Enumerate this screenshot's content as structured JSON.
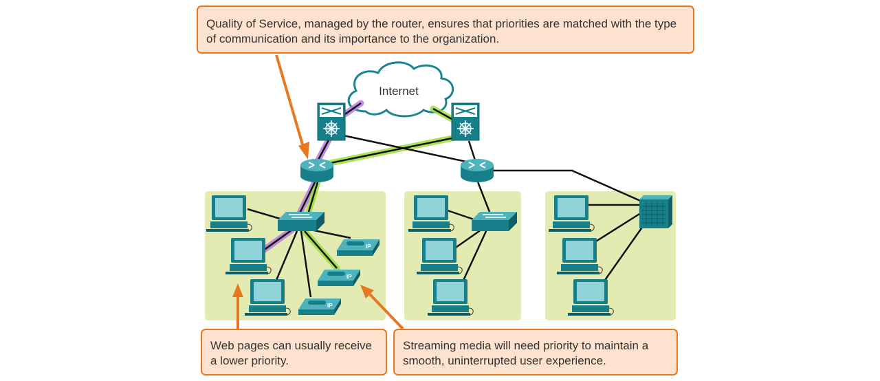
{
  "callouts": {
    "qos": "Quality of Service, managed by the router, ensures that priorities are matched with the type of communication and its importance to the organization.",
    "web": "Web pages can usually receive a lower priority.",
    "streaming": "Streaming media will need priority to maintain a smooth, uninterrupted user experience."
  },
  "cloud": {
    "label": "Internet"
  },
  "phone_label": "IP",
  "colors": {
    "accent": "#e87722",
    "callout_fill": "#fde3cf",
    "lan_area": "#e3ebb3",
    "device_teal": "#167f8a",
    "device_light": "#4fb3bb",
    "web_path_glow": "#b77be0",
    "stream_path_glow": "#9cdf3a"
  }
}
